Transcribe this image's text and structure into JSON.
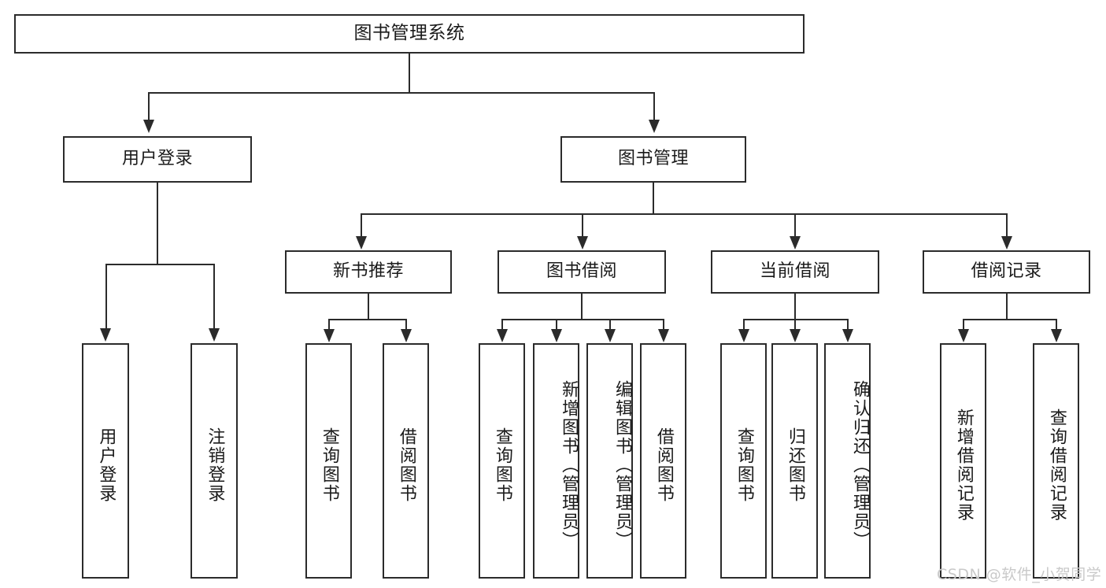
{
  "diagram": {
    "type": "tree-hierarchy-chart",
    "title": "图书管理系统",
    "levels": 4,
    "root": {
      "label": "图书管理系统"
    },
    "level2": [
      {
        "label": "用户登录"
      },
      {
        "label": "图书管理"
      }
    ],
    "level3": [
      {
        "label": "新书推荐"
      },
      {
        "label": "图书借阅"
      },
      {
        "label": "当前借阅"
      },
      {
        "label": "借阅记录"
      }
    ],
    "leaves": {
      "user_login": [
        {
          "label": "用户登录"
        },
        {
          "label": "注销登录"
        }
      ],
      "new_book_recommend": [
        {
          "label": "查询图书"
        },
        {
          "label": "借阅图书"
        }
      ],
      "book_borrow": [
        {
          "label": "查询图书"
        },
        {
          "label": "新增图书（管理员）"
        },
        {
          "label": "编辑图书（管理员）"
        },
        {
          "label": "借阅图书"
        }
      ],
      "current_borrow": [
        {
          "label": "查询图书"
        },
        {
          "label": "归还图书"
        },
        {
          "label": "确认归还（管理员）"
        }
      ],
      "borrow_record": [
        {
          "label": "新增借阅记录"
        },
        {
          "label": "查询借阅记录"
        }
      ]
    },
    "watermark": "CSDN @软件_小贺同学",
    "colors": {
      "stroke": "#2b2b2b",
      "fill": "#ffffff",
      "text": "#1a1a1a",
      "watermark": "#c9c9c9"
    }
  }
}
